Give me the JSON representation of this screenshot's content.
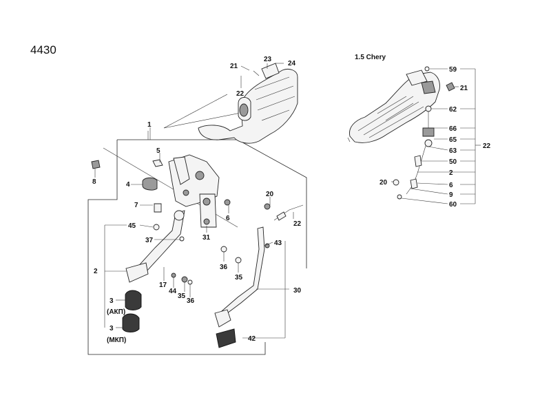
{
  "diagram": {
    "page_number": "4430",
    "variant_label": "1.5 Chery",
    "left_assembly": {
      "callouts": {
        "n1": "1",
        "n2": "2",
        "n3a": "3",
        "n3b": "3",
        "n4": "4",
        "n5": "5",
        "n6": "6",
        "n7": "7",
        "n8": "8",
        "n17": "17",
        "n20": "20",
        "n21": "21",
        "n22a": "22",
        "n22b": "22",
        "n23": "23",
        "n24": "24",
        "n30": "30",
        "n31": "31",
        "n35a": "35",
        "n35b": "35",
        "n36a": "36",
        "n36b": "36",
        "n37": "37",
        "n42": "42",
        "n43": "43",
        "n44": "44",
        "n45": "45"
      },
      "labels": {
        "akp": "(АКП)",
        "mkp": "(МКП)"
      }
    },
    "right_assembly": {
      "callouts": {
        "n59": "59",
        "n21": "21",
        "n62": "62",
        "n66": "66",
        "n65": "65",
        "n22": "22",
        "n63": "63",
        "n50": "50",
        "n2": "2",
        "n20": "20",
        "n6": "6",
        "n9": "9",
        "n60": "60"
      }
    }
  }
}
